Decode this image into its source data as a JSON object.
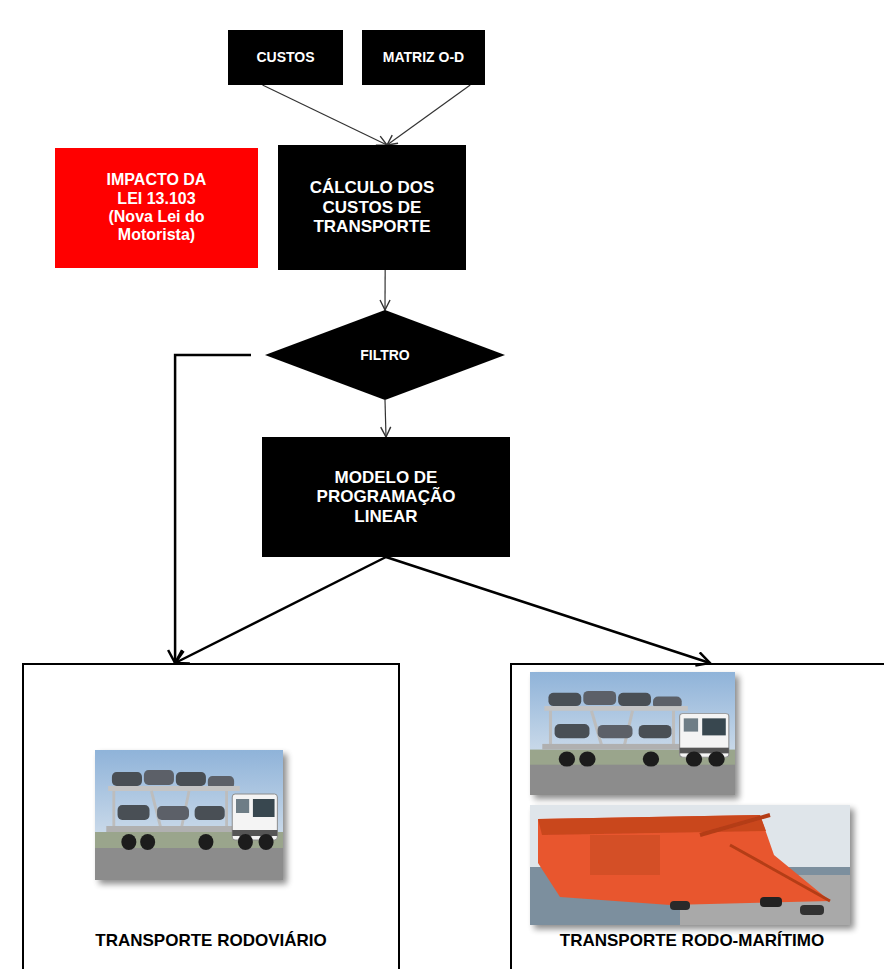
{
  "diagram": {
    "nodes": [
      {
        "text": [
          "CUSTOS"
        ]
      },
      {
        "text": [
          "MATRIZ O-D"
        ]
      },
      {
        "text": [
          "IMPACTO DA LEI 13.103 (Nova Lei do Motorista)"
        ]
      },
      {
        "text": [
          "CÁLCULO DOS CUSTOS DE TRANSPORTE"
        ]
      },
      {
        "text": [
          "FILTRO"
        ]
      },
      {
        "text": [
          "MODELO DE PROGRAMAÇÃO LINEAR"
        ]
      },
      {
        "text": [
          "TRANSPORTE RODOVIÁRIO"
        ]
      },
      {
        "text": [
          "TRANSPORTE RODO-MARÍTIMO"
        ]
      }
    ],
    "edges": [
      {
        "from": 0,
        "to": 3,
        "arrow": "to"
      },
      {
        "from": 1,
        "to": 3,
        "arrow": "to"
      },
      {
        "from": 3,
        "to": 4,
        "arrow": "to"
      },
      {
        "from": 4,
        "to": 5,
        "arrow": "to"
      },
      {
        "from": 4,
        "to": 6,
        "arrow": "to"
      },
      {
        "from": 5,
        "to": 6,
        "arrow": "to"
      },
      {
        "from": 5,
        "to": 7,
        "arrow": "to"
      }
    ]
  }
}
